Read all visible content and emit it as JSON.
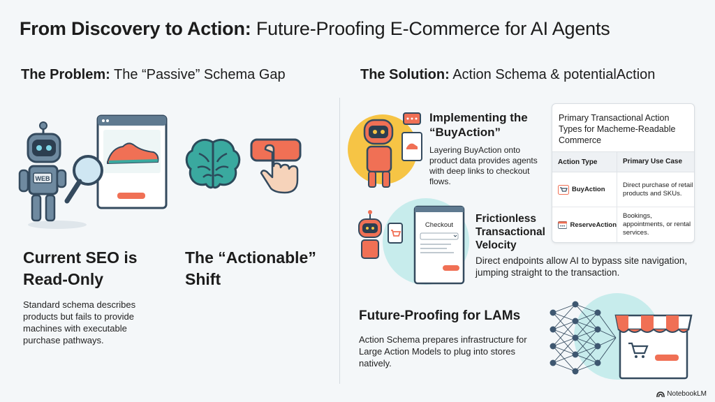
{
  "title": {
    "bold": "From Discovery to Action:",
    "rest": " Future-Proofing E-Commerce for AI Agents"
  },
  "problem": {
    "heading_bold": "The Problem:",
    "heading_rest": " The “Passive” Schema Gap",
    "robot_badge": "WEB",
    "seo_title": "Current SEO is Read-Only",
    "seo_body": "Standard schema describes products but fails to provide machines with executable purchase pathways.",
    "shift_title": "The “Actionable” Shift"
  },
  "solution": {
    "heading_bold": "The Solution:",
    "heading_rest": " Action Schema & potentialAction",
    "buy_title": "Implementing the “BuyAction”",
    "buy_body": "Layering BuyAction onto product data provides agents with deep links to checkout flows.",
    "checkout_label": "Checkout",
    "friction_title": "Frictionless Transactional Velocity",
    "friction_body": "Direct endpoints allow AI to bypass site navigation, jumping straight to the transaction.",
    "lam_title": "Future-Proofing for LAMs",
    "lam_body": "Action Schema prepares infrastructure for Large Action Models to plug into stores natively."
  },
  "table": {
    "caption": "Primary Transactional Action Types for Macheme-Readable Commerce",
    "headers": [
      "Action Type",
      "Primary Use Case"
    ],
    "rows": [
      {
        "type": "BuyAction",
        "use": "Direct purchase of retail products and SKUs.",
        "icon": "cart-icon"
      },
      {
        "type": "ReserveAction",
        "use": "Bookings, appointments, or rental services.",
        "icon": "calendar-icon"
      }
    ]
  },
  "footer": {
    "brand": "NotebookLM"
  },
  "colors": {
    "orange": "#f07055",
    "teal": "#3aa99f",
    "yellow": "#f6c445",
    "navy": "#34495e",
    "slate": "#5f7a90"
  }
}
